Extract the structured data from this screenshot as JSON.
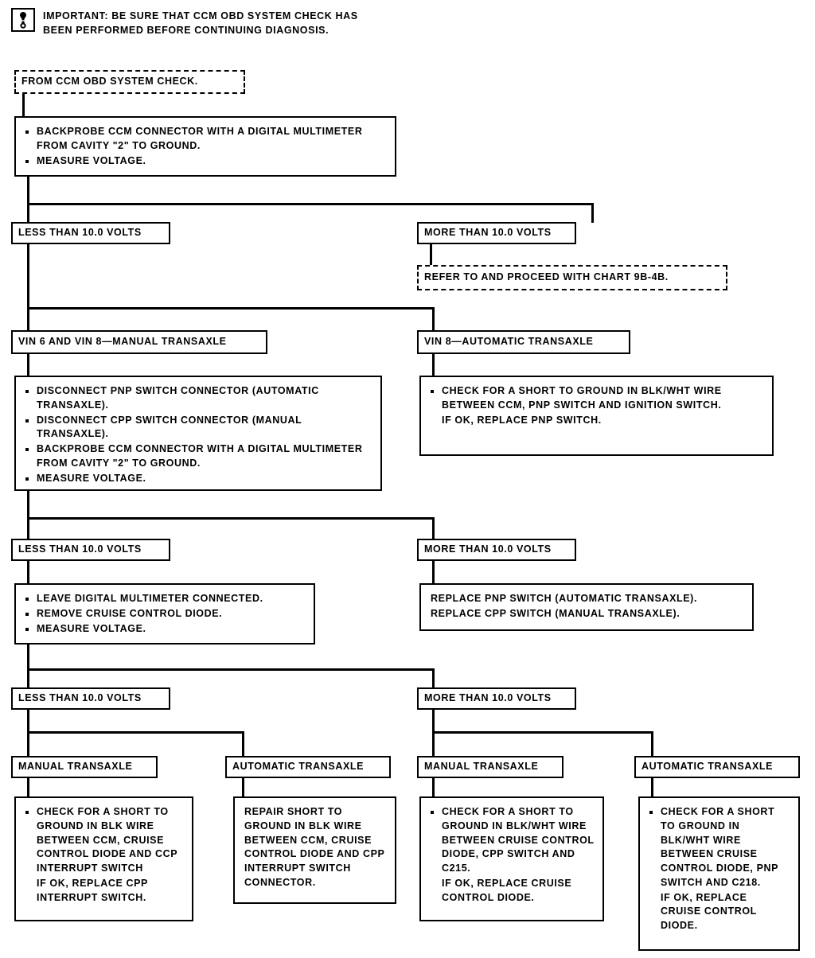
{
  "note": {
    "icon": "caution-lamp-icon",
    "line1": "IMPORTANT: BE SURE THAT CCM OBD SYSTEM CHECK HAS",
    "line2": "BEEN PERFORMED BEFORE CONTINUING DIAGNOSIS."
  },
  "nodes": {
    "start": {
      "text": "FROM CCM OBD SYSTEM CHECK."
    },
    "step1": {
      "items": [
        "BACKPROBE CCM CONNECTOR WITH A DIGITAL MULTIMETER FROM CAVITY \"2\" TO GROUND.",
        "MEASURE VOLTAGE."
      ]
    },
    "branch1_left": {
      "text": "LESS THAN 10.0 VOLTS"
    },
    "branch1_right": {
      "text": "MORE THAN 10.0 VOLTS"
    },
    "refer_chart": {
      "text": "REFER TO AND PROCEED WITH CHART 9B-4B."
    },
    "vin_manual": {
      "text": "VIN 6 AND VIN 8—MANUAL TRANSAXLE"
    },
    "vin_auto": {
      "text": "VIN 8—AUTOMATIC TRANSAXLE"
    },
    "step2_left": {
      "items": [
        "DISCONNECT PNP SWITCH CONNECTOR (AUTOMATIC TRANSAXLE).",
        "DISCONNECT CPP SWITCH CONNECTOR (MANUAL TRANSAXLE).",
        "BACKPROBE CCM CONNECTOR WITH A DIGITAL MULTIMETER FROM CAVITY \"2\" TO GROUND.",
        "MEASURE VOLTAGE."
      ]
    },
    "step2_right": {
      "items": [
        "CHECK FOR A SHORT TO GROUND IN BLK/WHT WIRE BETWEEN CCM, PNP SWITCH AND IGNITION SWITCH."
      ],
      "extra": "IF OK, REPLACE PNP SWITCH."
    },
    "branch2_left": {
      "text": "LESS THAN 10.0 VOLTS"
    },
    "branch2_right": {
      "text": "MORE THAN 10.0 VOLTS"
    },
    "step3_left": {
      "items": [
        "LEAVE DIGITAL MULTIMETER CONNECTED.",
        "REMOVE CRUISE CONTROL DIODE.",
        "MEASURE VOLTAGE."
      ]
    },
    "step3_right": {
      "lines": [
        "REPLACE PNP SWITCH (AUTOMATIC TRANSAXLE).",
        "REPLACE CPP SWITCH (MANUAL TRANSAXLE)."
      ]
    },
    "branch3_left": {
      "text": "LESS THAN 10.0 VOLTS"
    },
    "branch3_right": {
      "text": "MORE THAN 10.0 VOLTS"
    },
    "leaf1_label": {
      "text": "MANUAL TRANSAXLE"
    },
    "leaf2_label": {
      "text": "AUTOMATIC TRANSAXLE"
    },
    "leaf3_label": {
      "text": "MANUAL TRANSAXLE"
    },
    "leaf4_label": {
      "text": "AUTOMATIC TRANSAXLE"
    },
    "leaf1_box": {
      "bullet": "CHECK FOR A SHORT TO GROUND IN BLK WIRE BETWEEN CCM, CRUISE CONTROL DIODE AND CCP INTERRUPT SWITCH",
      "extra": "IF OK, REPLACE CPP INTERRUPT SWITCH."
    },
    "leaf2_box": {
      "text": "REPAIR SHORT TO GROUND IN BLK WIRE BETWEEN CCM, CRUISE CONTROL DIODE AND CPP INTERRUPT SWITCH CONNECTOR."
    },
    "leaf3_box": {
      "bullet": "CHECK FOR A SHORT TO GROUND IN BLK/WHT WIRE BETWEEN CRUISE CONTROL DIODE, CPP SWITCH AND C215.",
      "extra": "IF OK, REPLACE CRUISE CONTROL DIODE."
    },
    "leaf4_box": {
      "bullet": "CHECK FOR A SHORT TO GROUND IN BLK/WHT WIRE BETWEEN CRUISE CONTROL DIODE, PNP SWITCH AND C218.",
      "extra": "IF OK, REPLACE CRUISE CONTROL DIODE."
    }
  },
  "colors": {
    "ink": "#000000",
    "paper": "#ffffff"
  }
}
